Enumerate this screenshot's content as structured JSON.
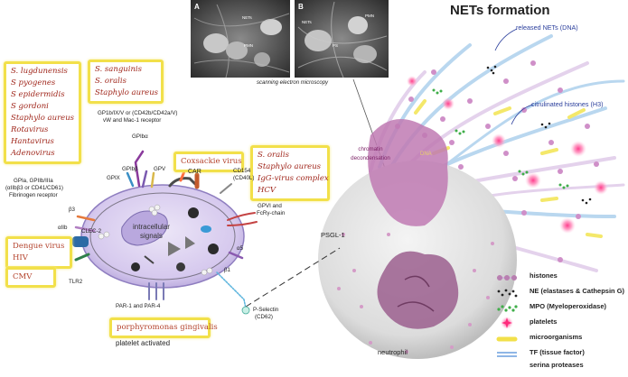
{
  "sem": {
    "panel_a_letter": "A",
    "panel_b_letter": "B",
    "panel_a_labels": [
      "NETs",
      "PMN"
    ],
    "panel_b_labels": [
      "NETs",
      "PMN",
      "PS"
    ],
    "caption": "scanning electron microscopy"
  },
  "title": "NETs formation",
  "callouts": {
    "released_nets": "released NETs (DNA)",
    "citrulinated": "citrulinated histones (H3)"
  },
  "neutrophil": {
    "chromatin_line1": "chromatin",
    "chromatin_line2": "decondensation",
    "dna": "DNA",
    "psgl": "PSGL-1",
    "label": "neutrophil"
  },
  "pathogen_boxes": {
    "box1": [
      "S. lugdunensis",
      "S pyogenes",
      "S epidermidis",
      "S gordoni",
      "Staphylo aureus",
      "Rotavirus",
      "Hantavirus",
      "Adenovirus"
    ],
    "box2": [
      "S. sanguinis",
      "S. oralis",
      "Staphylo aureus"
    ],
    "box3": [
      "Coxsackie virus"
    ],
    "box4": [
      "S. oralis",
      "Staphylo aureus",
      "IgG-virus complex",
      "HCV"
    ],
    "box5": [
      "Dengue virus",
      "HIV"
    ],
    "box6": [
      "CMV"
    ],
    "box7": [
      "porphyromonas gingivalis"
    ]
  },
  "receptors": {
    "gp1b_line1": "GP1b/IX/V or (CD42b/CD42a/V)",
    "gp1b_line2": "vW and Mac-1 receptor",
    "gpia_line1": "GPIa, GPIIb/IIIa",
    "gpia_line2": "(αIIbβ3 or CD41/CD61)",
    "gpia_line3": "Fibrinogen receptor",
    "gpibalpha": "GPIbα",
    "gpibbeta": "GPIbβ",
    "gpix": "GPIX",
    "gpv": "GPV",
    "car": "CAR",
    "cd154": "CD154",
    "cd40l": "(CD40L)",
    "gpvi": "GPVI and",
    "fcr": "FcRγ-chain",
    "b3": "β3",
    "aiib": "αIIb",
    "clec2": "CLEC-2",
    "a5": "α5",
    "b1": "β1",
    "tlr2": "TLR2",
    "par": "PAR-1 and PAR-4",
    "pselectin": "P-Selectin",
    "cd62": "(CD62)"
  },
  "platelet": {
    "signal_line1": "intracellular",
    "signal_line2": "signals",
    "label": "platelet activated"
  },
  "legend": {
    "histones": "histones",
    "ne": "NE (elastases & Cathepsin G)",
    "mpo": "MPO (Myeloperoxidase)",
    "platelets": "platelets",
    "microorganisms": "microorganisms",
    "tf": "TF (tissue factor)",
    "serina": "serina proteases"
  }
}
